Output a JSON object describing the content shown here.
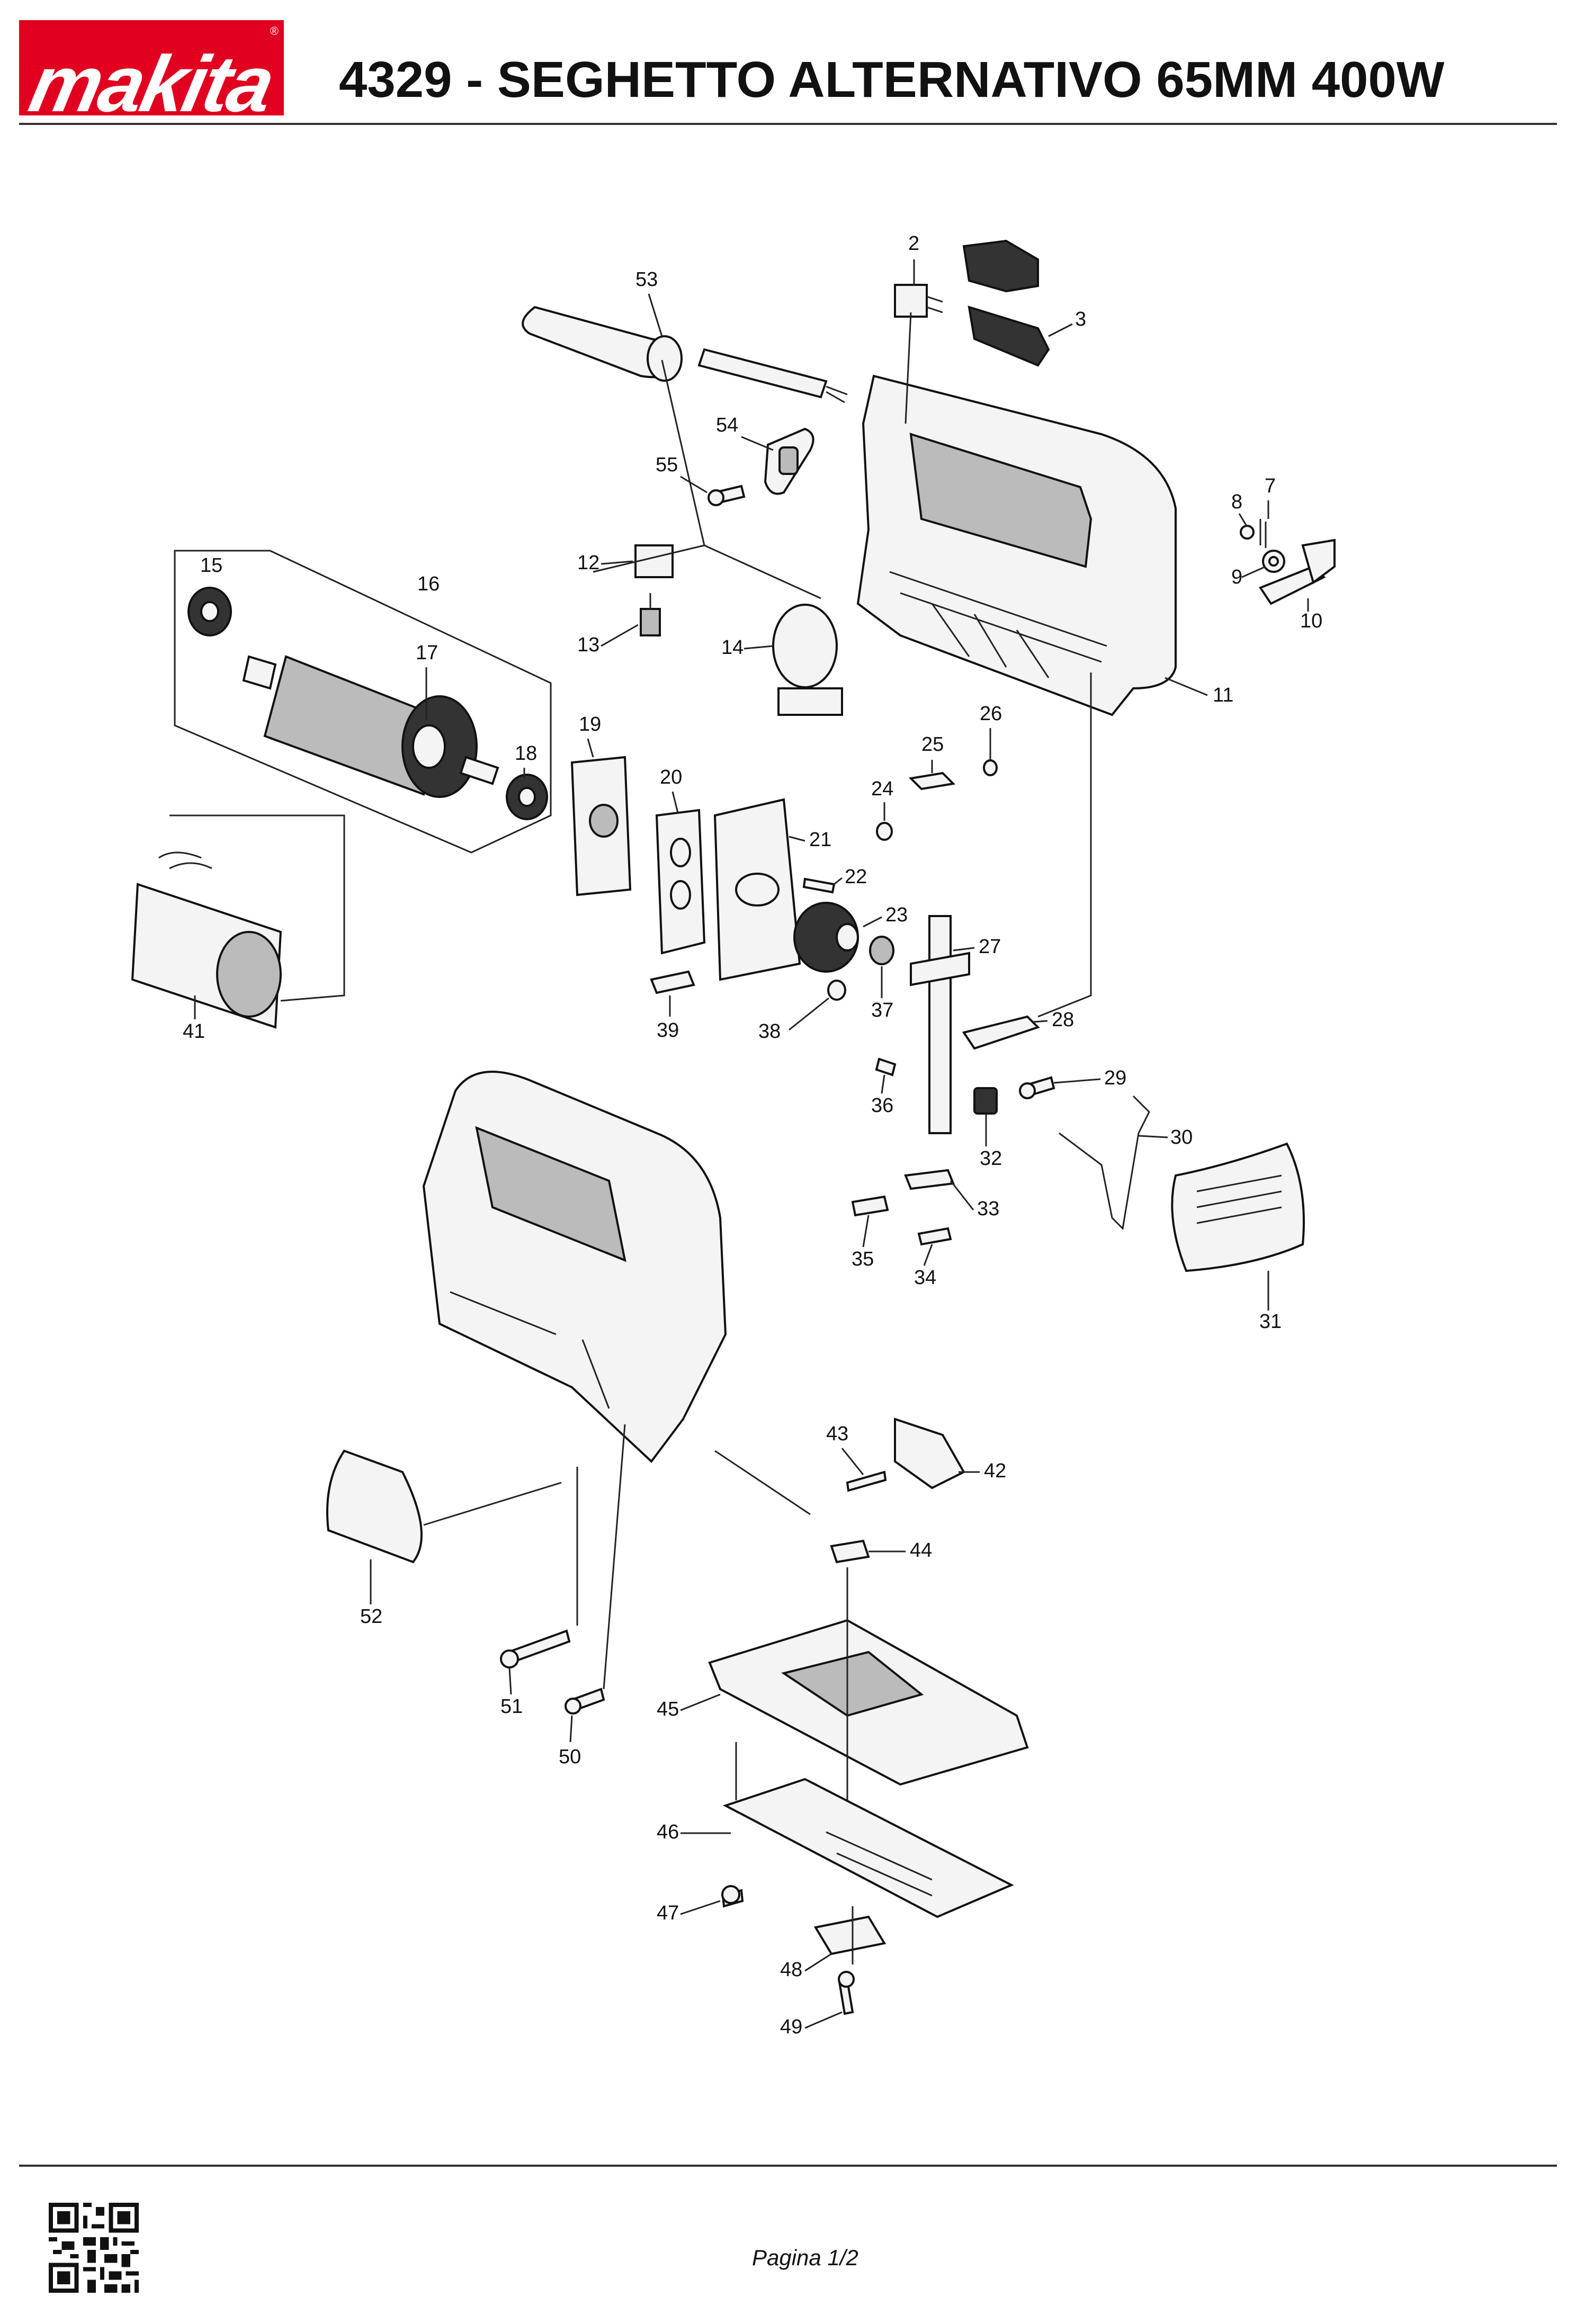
{
  "header": {
    "logo_text": "makita",
    "title": "4329 - SEGHETTO ALTERNATIVO 65MM 400W"
  },
  "footer": {
    "page_label": "Pagina 1/2"
  },
  "parts": [
    "2",
    "3",
    "7",
    "8",
    "9",
    "10",
    "11",
    "12",
    "13",
    "14",
    "15",
    "16",
    "17",
    "18",
    "19",
    "20",
    "21",
    "22",
    "23",
    "24",
    "25",
    "26",
    "27",
    "28",
    "29",
    "30",
    "31",
    "32",
    "33",
    "34",
    "35",
    "36",
    "37",
    "38",
    "39",
    "41",
    "42",
    "43",
    "44",
    "45",
    "46",
    "47",
    "48",
    "49",
    "50",
    "51",
    "52",
    "53",
    "54",
    "55"
  ],
  "colors": {
    "logo_red": "#e1001f",
    "ink": "#111111",
    "rule": "#333333"
  }
}
